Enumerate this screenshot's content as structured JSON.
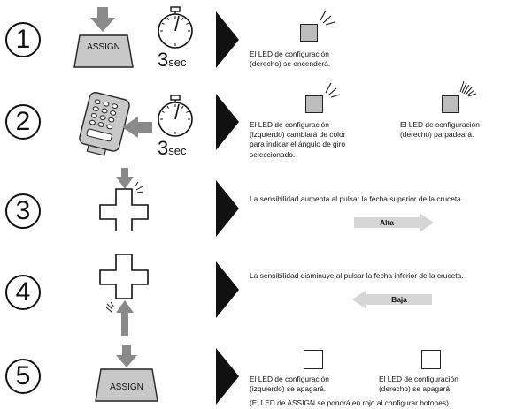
{
  "steps": [
    {
      "number": "1",
      "assign_label": "ASSIGN",
      "sec_num": "3",
      "sec_unit": "sec",
      "text": "El LED de configuración\n(derecho) se encenderá."
    },
    {
      "number": "2",
      "sec_num": "3",
      "sec_unit": "sec",
      "text_left": "El LED de configuración\n(izquierdo) cambiará de color\npara indicar el ángulo de giro\nseleccionado.",
      "text_right": "El LED de configuración\n(derecho) parpadeará."
    },
    {
      "number": "3",
      "text": "La sensibilidad aumenta al pulsar la fecha superior de la cruceta.",
      "arrow_label": "Alta"
    },
    {
      "number": "4",
      "text": "La sensibilidad disminuye al pulsar la fecha inferior de la cruceta.",
      "arrow_label": "Baja"
    },
    {
      "number": "5",
      "assign_label": "ASSIGN",
      "text_left": "El LED de configuración\n(izquierdo) se apagará.",
      "text_right": "El LED de configuración\n(derecho) se apagará.",
      "note": "(El LED de ASSIGN se pondrá en rojo al configurar botones)."
    }
  ],
  "colors": {
    "led_on": "#bdbdbd",
    "arrow_grey": "#8a8a8a",
    "black": "#111111"
  }
}
